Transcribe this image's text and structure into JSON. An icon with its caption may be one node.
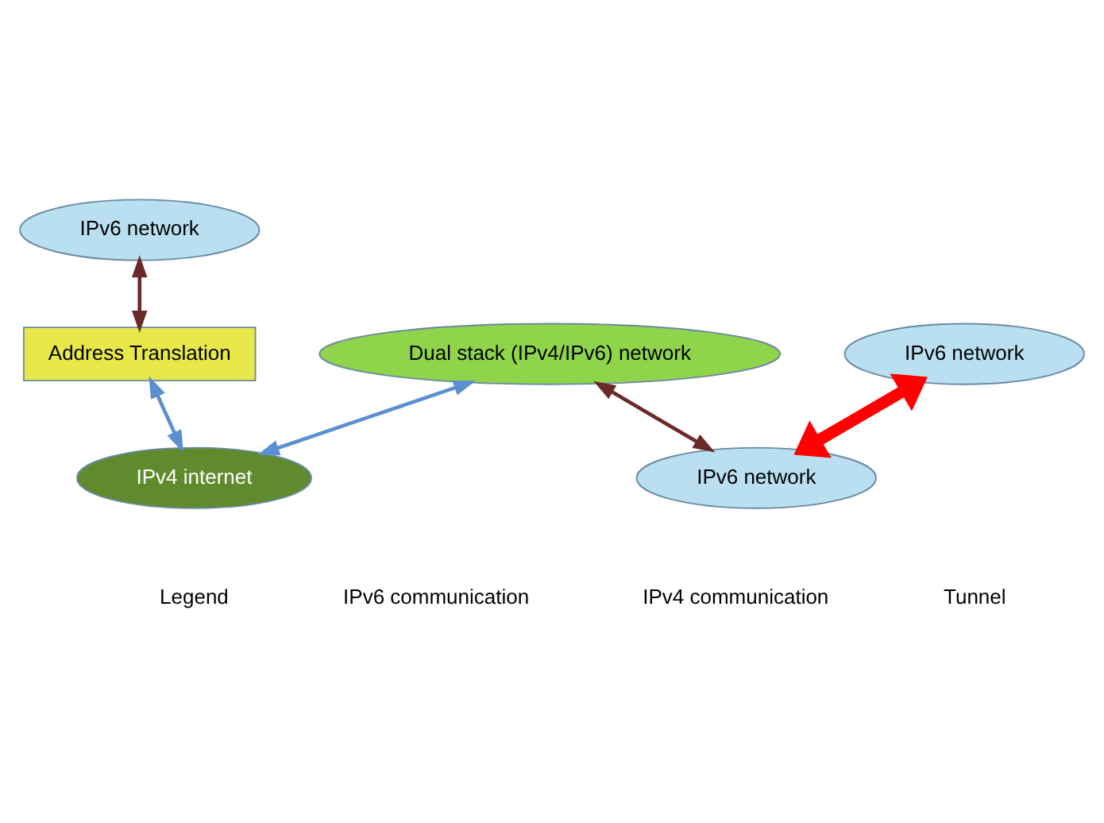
{
  "diagram": {
    "nodes": [
      {
        "text": [
          "IPv6 network"
        ]
      },
      {
        "text": [
          "Address Translation"
        ]
      },
      {
        "text": [
          "Dual stack (IPv4/IPv6) network"
        ]
      },
      {
        "text": [
          "IPv6 network"
        ]
      },
      {
        "text": [
          "IPv4 internet"
        ]
      },
      {
        "text": [
          "IPv6 network"
        ]
      }
    ],
    "edges": [
      {
        "from": 0,
        "to": 1,
        "arrow": "both",
        "color": "#6b2a2a"
      },
      {
        "from": 1,
        "to": 4,
        "arrow": "both",
        "color": "#5b8fd0"
      },
      {
        "from": 2,
        "to": 4,
        "arrow": "both",
        "color": "#5b8fd0"
      },
      {
        "from": 2,
        "to": 3,
        "arrow": "both",
        "color": "#6b2a2a"
      },
      {
        "from": 5,
        "to": 3,
        "arrow": "both",
        "style": "thick",
        "color": "#ff0000"
      }
    ],
    "labels": [
      "Legend"
    ],
    "legend": [
      {
        "text": "IPv6 communication"
      },
      {
        "text": "IPv4 communication"
      },
      {
        "text": "Tunnel"
      }
    ]
  }
}
